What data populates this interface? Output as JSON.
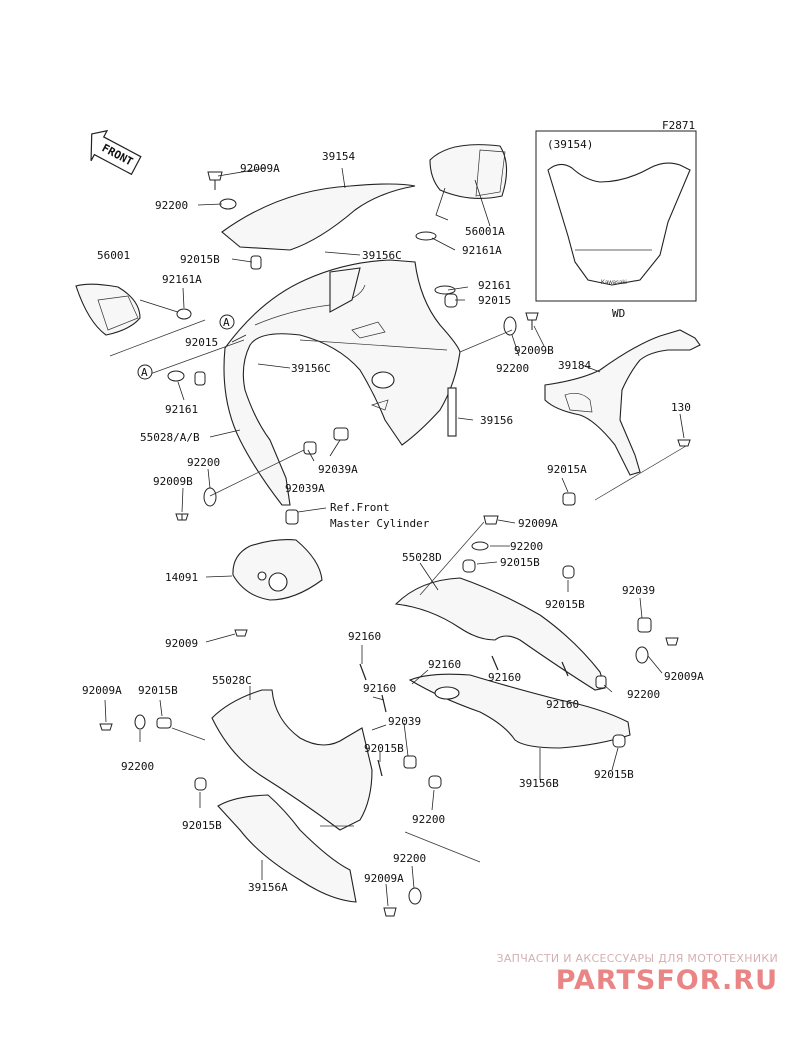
{
  "diagram": {
    "figure_id": "F2871",
    "front_arrow": "FRONT",
    "windshield_box": {
      "label": "(39154)",
      "caption": "WD",
      "brand": "Kawasaki"
    },
    "ref_note_line1": "Ref.Front",
    "ref_note_line2": "Master Cylinder",
    "labels": {
      "l01": "92009A",
      "l02": "39154",
      "l03": "92200",
      "l04": "56001A",
      "l05": "92161A",
      "l06": "39156C",
      "l07": "92015B",
      "l08": "56001",
      "l09": "92161A",
      "l10": "92161",
      "l11": "92015",
      "l12": "92009B",
      "l13": "92015",
      "l14": "92200",
      "l15": "39156C",
      "l16": "39184",
      "l17": "92161",
      "l18": "39156",
      "l19": "130",
      "l20": "55028/A/B",
      "l21": "92200",
      "l22": "92009B",
      "l23": "92039A",
      "l24": "92039A",
      "l25": "92015A",
      "l26": "92009A",
      "l27": "92200",
      "l28": "14091",
      "l29": "55028D",
      "l30": "92015B",
      "l31": "92015B",
      "l32": "92039",
      "l33": "92009",
      "l34": "92160",
      "l35": "92160",
      "l36": "92009A",
      "l37": "92015B",
      "l38": "55028C",
      "l39": "92160",
      "l40": "92200",
      "l41": "92160",
      "l42": "92009A",
      "l43": "92039",
      "l44": "92160",
      "l45": "92200",
      "l46": "92015B",
      "l47": "39156B",
      "l48": "92015B",
      "l49": "92015B",
      "l50": "92200",
      "l51": "92009A",
      "l52": "39156A"
    },
    "circle_marker": "A"
  },
  "watermark": {
    "tagline": "ЗАПЧАСТИ И АКСЕССУАРЫ ДЛЯ МОТОТЕХНИКИ",
    "logo": "PARTSFOR.RU",
    "color": "#e98585"
  }
}
